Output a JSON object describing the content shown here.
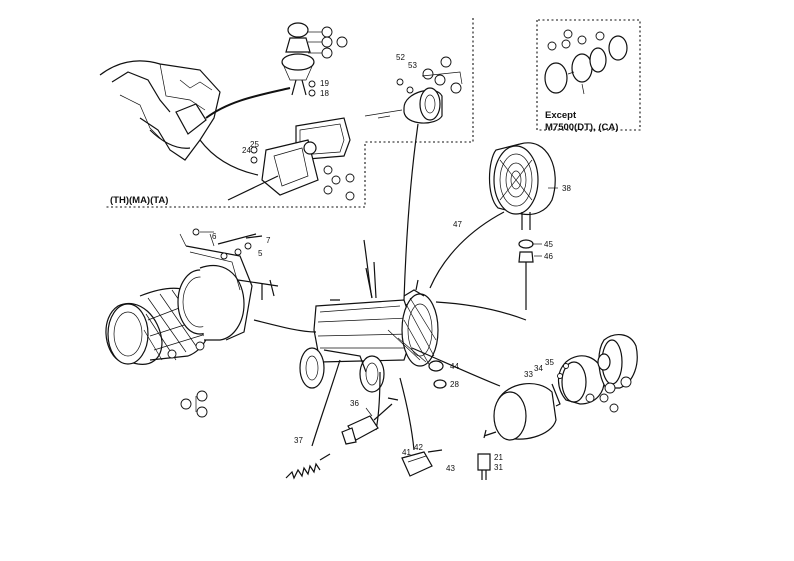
{
  "callouts": [
    {
      "id": "c52",
      "text": "52"
    },
    {
      "id": "c53",
      "text": "53"
    },
    {
      "id": "c19",
      "text": "19"
    },
    {
      "id": "c18",
      "text": "18"
    },
    {
      "id": "c24",
      "text": "24"
    },
    {
      "id": "c25",
      "text": "25"
    },
    {
      "id": "c38",
      "text": "38"
    },
    {
      "id": "c47",
      "text": "47"
    },
    {
      "id": "c45",
      "text": "45"
    },
    {
      "id": "c46",
      "text": "46"
    },
    {
      "id": "c7",
      "text": "7"
    },
    {
      "id": "c5",
      "text": "5"
    },
    {
      "id": "c6",
      "text": "6"
    },
    {
      "id": "c44",
      "text": "44"
    },
    {
      "id": "c28",
      "text": "28"
    },
    {
      "id": "c33",
      "text": "33"
    },
    {
      "id": "c34",
      "text": "34"
    },
    {
      "id": "c35",
      "text": "35"
    },
    {
      "id": "c36",
      "text": "36"
    },
    {
      "id": "c37",
      "text": "37"
    },
    {
      "id": "c41",
      "text": "41"
    },
    {
      "id": "c42",
      "text": "42"
    },
    {
      "id": "c43",
      "text": "43"
    },
    {
      "id": "c21",
      "text": "21"
    },
    {
      "id": "c31",
      "text": "31"
    }
  ],
  "captions": {
    "except_line1": "Except",
    "except_line2": "M7500(DT), (CA)",
    "region": "(TH)(MA)(TA)"
  }
}
